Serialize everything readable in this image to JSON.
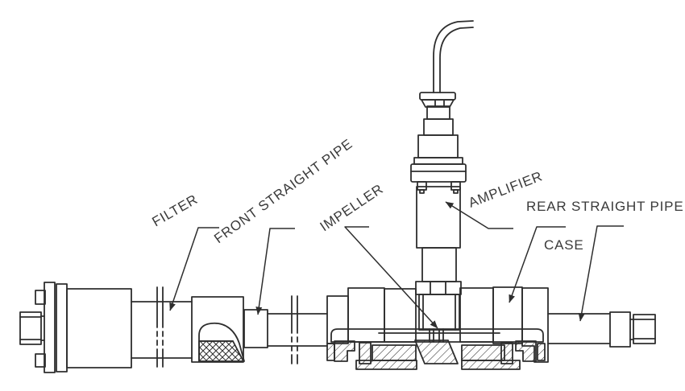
{
  "diagram": {
    "type": "technical-line-drawing",
    "subject": "turbine flow meter assembly",
    "background_color": "#ffffff",
    "line_color": "#2e2e2e",
    "labels": [
      {
        "id": "filter",
        "text": "FILTER"
      },
      {
        "id": "front_straight_pipe",
        "text": "FRONT STRAIGHT PIPE"
      },
      {
        "id": "impeller",
        "text": "IMPELLER"
      },
      {
        "id": "amplifier",
        "text": "AMPLIFIER"
      },
      {
        "id": "rear_straight_pipe",
        "text": "REAR STRAIGHT PIPE"
      },
      {
        "id": "case",
        "text": "CASE"
      }
    ]
  }
}
